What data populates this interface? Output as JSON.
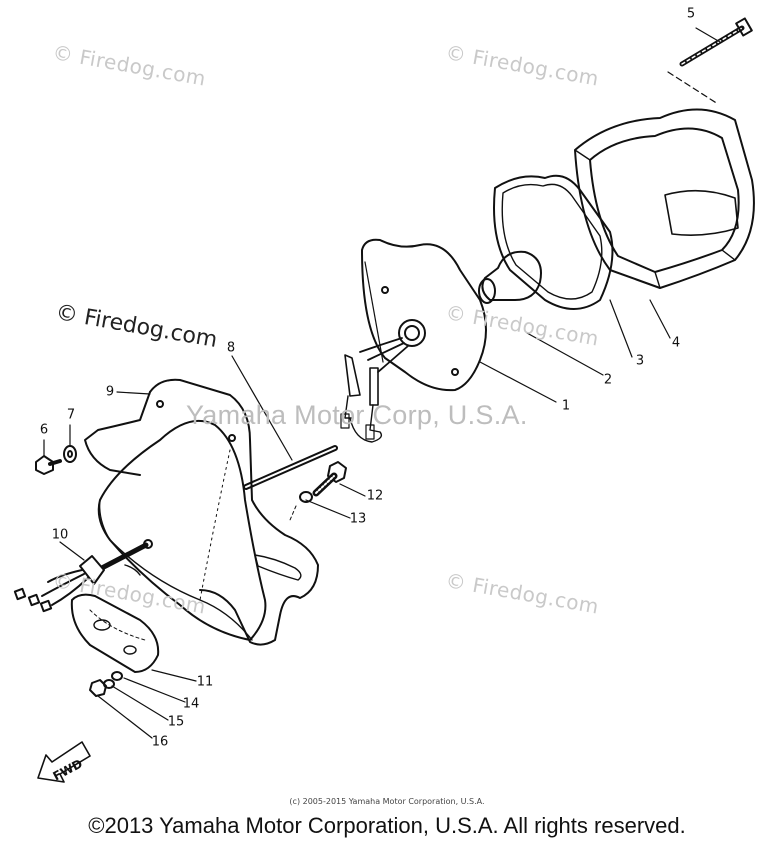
{
  "watermarks": {
    "firedog_1": "© Firedog.com",
    "firedog_2": "© Firedog.com",
    "firedog_3": "© Firedog.com",
    "firedog_4": "© Firedog.com",
    "firedog_5": "© Firedog.com",
    "firedog_dark": "© Firedog.com",
    "corp": "Yamaha Motor Corp, U.S.A."
  },
  "parts": [
    {
      "label": "1"
    },
    {
      "label": "2"
    },
    {
      "label": "3"
    },
    {
      "label": "4"
    },
    {
      "label": "5"
    },
    {
      "label": "6"
    },
    {
      "label": "7"
    },
    {
      "label": "8"
    },
    {
      "label": "9"
    },
    {
      "label": "10"
    },
    {
      "label": "11"
    },
    {
      "label": "12"
    },
    {
      "label": "13"
    },
    {
      "label": "14"
    },
    {
      "label": "15"
    },
    {
      "label": "16"
    }
  ],
  "direction_marker": "FWD",
  "small_copyright": "(c) 2005-2015 Yamaha Motor Corporation, U.S.A.",
  "footer_copyright": "©2013 Yamaha Motor Corporation, U.S.A. All rights reserved."
}
